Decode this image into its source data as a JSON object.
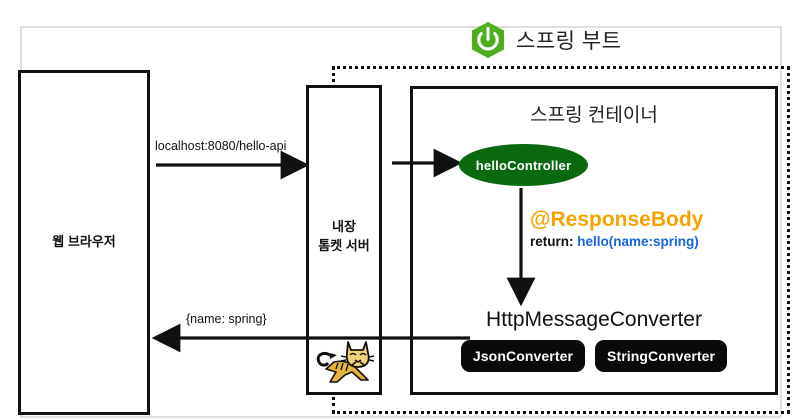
{
  "diagram": {
    "springboot": {
      "title": "스프링 부트",
      "logo_icon": "spring-boot-leaf-logo",
      "logo_color": "#4CAF1F"
    },
    "browser": {
      "label": "웹 브라우저"
    },
    "tomcat": {
      "label_line1": "내장",
      "label_line2": "톰켓 서버",
      "logo_icon": "apache-tomcat-cat-logo",
      "logo_color": "#E8B33A"
    },
    "container": {
      "title": "스프링 컨테이너",
      "controller": {
        "label": "helloController",
        "color": "#08690d"
      },
      "annotation": {
        "response_body": "@ResponseBody",
        "response_body_color": "#f5a300",
        "return_prefix": "return: ",
        "return_value": "hello(name:spring)",
        "return_value_color": "#1565e0"
      },
      "converter": {
        "title": "HttpMessageConverter",
        "items": [
          {
            "label": "JsonConverter"
          },
          {
            "label": "StringConverter"
          }
        ]
      }
    },
    "arrows": {
      "request_label": "localhost:8080/hello-api",
      "response_label": "{name: spring}"
    }
  }
}
